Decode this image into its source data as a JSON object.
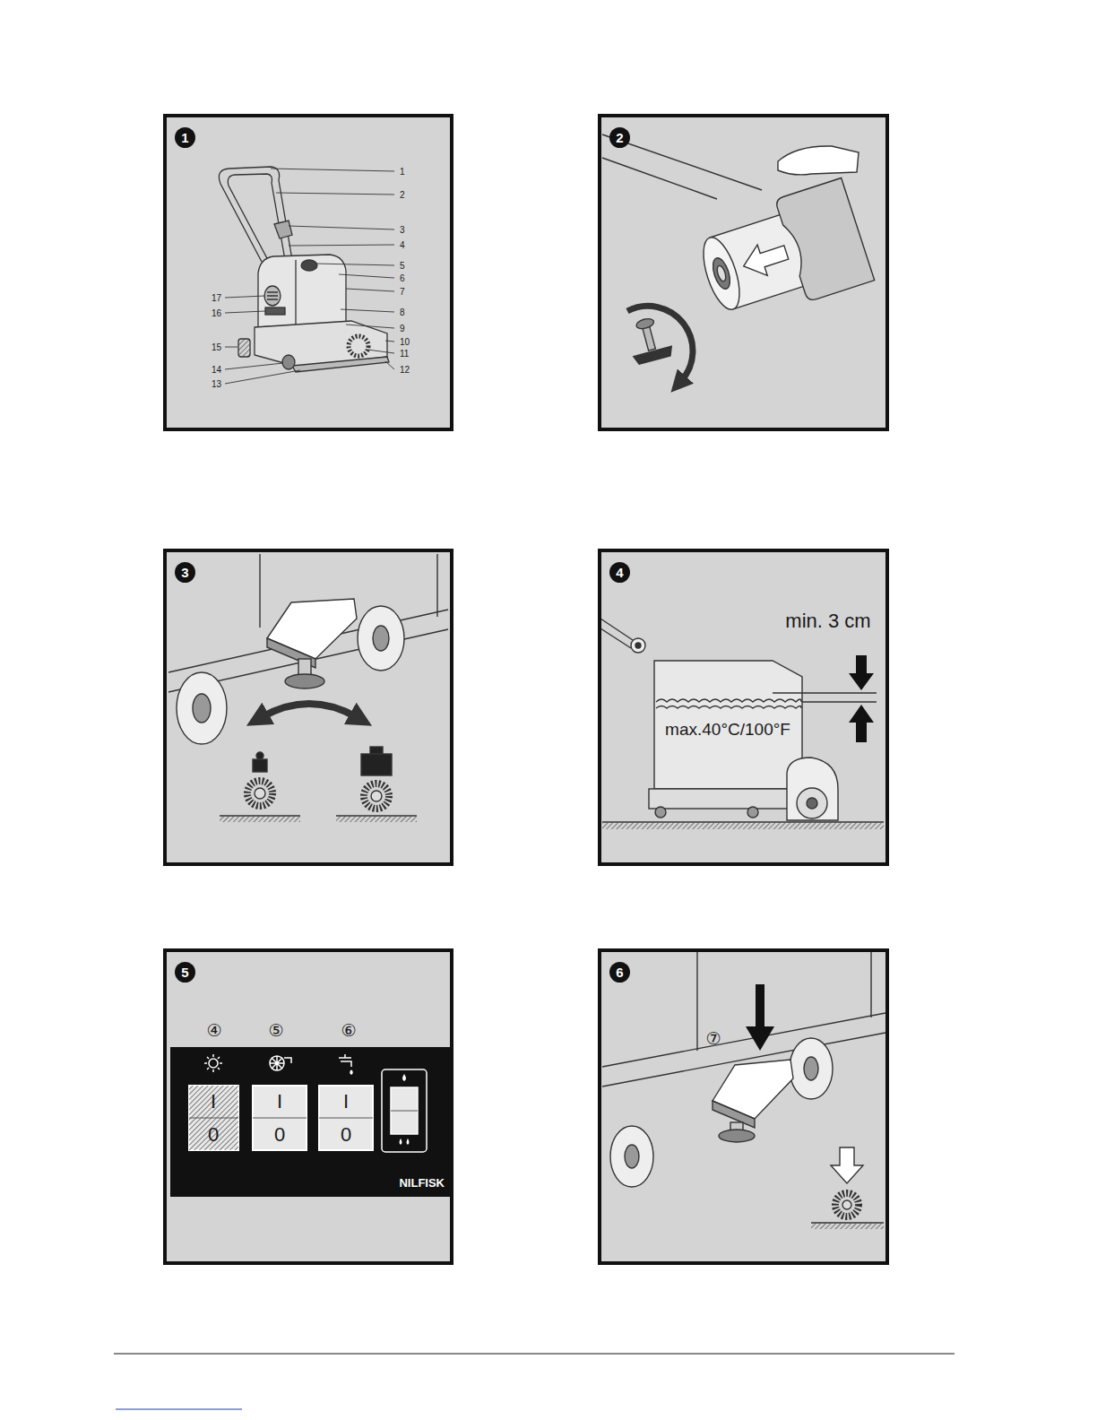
{
  "diagram": {
    "nodes": [
      {
        "text": [
          "1"
        ]
      },
      {
        "text": [
          "2"
        ]
      },
      {
        "text": [
          "3"
        ]
      },
      {
        "text": [
          "4"
        ]
      },
      {
        "text": [
          "5"
        ]
      },
      {
        "text": [
          "6"
        ]
      }
    ],
    "labels": [
      "1",
      "2",
      "3",
      "4",
      "5",
      "6",
      "7",
      "8",
      "9",
      "10",
      "11",
      "12",
      "13",
      "14",
      "15",
      "16",
      "17",
      "min. 3 cm",
      "max.40°C/100°F",
      "④",
      "⑤",
      "⑥",
      "I",
      "0",
      "I",
      "0",
      "I",
      "0",
      "NILFISK",
      "⑦"
    ]
  }
}
